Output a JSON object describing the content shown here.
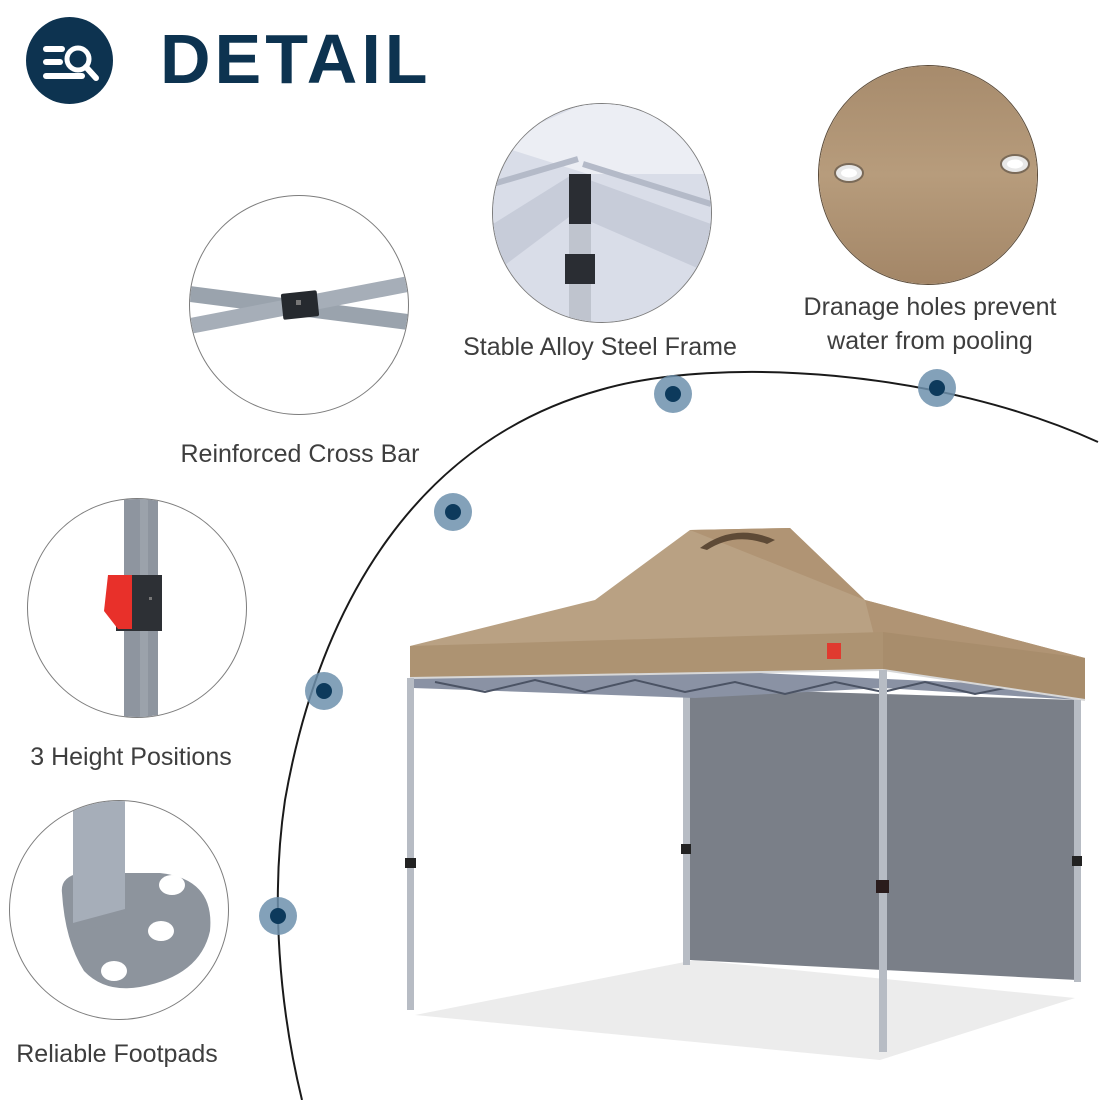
{
  "header": {
    "title": "DETAIL",
    "badge_icon": "list-search-icon"
  },
  "features": [
    {
      "id": "cross-bar",
      "label": "Reinforced Cross Bar",
      "image": "cross-bar-joint"
    },
    {
      "id": "steel-frame",
      "label": "Stable Alloy Steel Frame",
      "image": "frame-top-connector"
    },
    {
      "id": "drainage",
      "label_line1": "Dranage holes prevent",
      "label_line2": "water from pooling",
      "image": "canopy-drainage-grommets"
    },
    {
      "id": "height",
      "label": "3 Height Positions",
      "image": "leg-red-push-button"
    },
    {
      "id": "footpads",
      "label": "Reliable Footpads",
      "image": "leg-footpad-plate"
    }
  ],
  "product": {
    "name": "pop-up-canopy-tent-with-sidewall",
    "canopy_color": "#b9a183",
    "sidewall_color": "#7a7f88",
    "frame_color": "#b7bcc4"
  },
  "theme": {
    "brand_color": "#0d3350",
    "marker_outer": "#6d91ad",
    "marker_inner": "#0d3a5c",
    "text_color": "#3e3e3e"
  }
}
